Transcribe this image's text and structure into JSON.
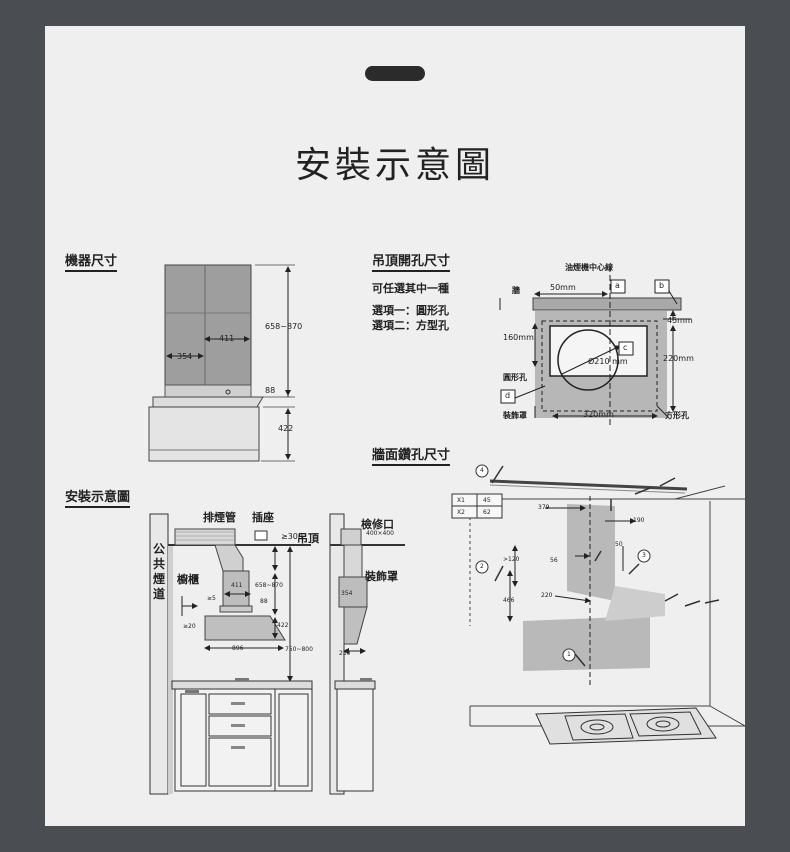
{
  "title": "安裝示意圖",
  "sections": {
    "machine_size": "機器尺寸",
    "ceiling_hole": "吊頂開孔尺寸",
    "wall_drill": "牆面鑽孔尺寸",
    "install_diagram": "安裝示意圖"
  },
  "machine": {
    "dim_411": "411",
    "dim_354": "354",
    "dim_658_870": "658~870",
    "dim_88": "88",
    "dim_422": "422"
  },
  "ceiling": {
    "note": "可任選其中一種",
    "option1": "選項一：圓形孔",
    "option2": "選項二：方型孔",
    "hood_center": "油煙機中心線",
    "wall": "牆",
    "dim_50": "50mm",
    "label_a": "a",
    "label_b": "b",
    "label_c": "c",
    "label_d": "d",
    "dim_45": "45mm",
    "dim_160": "160mm",
    "dim_220": "220mm",
    "dim_210": "Ø210 mm",
    "round_hole": "圓形孔",
    "cover": "裝飾罩",
    "dim_320": "320mm",
    "square_hole": "方形孔"
  },
  "install": {
    "public_flue": [
      "公",
      "共",
      "煙",
      "道"
    ],
    "exhaust_pipe": "排煙管",
    "socket": "插座",
    "ceiling": "吊頂",
    "access_hole": "檢修口",
    "access_size": "400×400",
    "cover": "裝飾罩",
    "cabinet": "櫥櫃",
    "dim_300": "≥300",
    "dim_411": "411",
    "dim_658_870": "658~870",
    "dim_5": "≥5",
    "dim_20": "≥20",
    "dim_88": "88",
    "dim_422": "422",
    "dim_354": "354",
    "dim_896": "896",
    "dim_750_800": "750~800",
    "dim_230": "230"
  },
  "wall": {
    "table": [
      [
        "X1",
        "45"
      ],
      [
        "X2",
        "62"
      ]
    ],
    "dim_379": "379",
    "dim_190": "190",
    "dim_50": "50",
    "dim_120": ">120",
    "dim_56": "56",
    "dim_466": "466",
    "dim_220": "220",
    "marker_1": "1",
    "marker_2": "2",
    "marker_3": "3",
    "marker_4": "4"
  }
}
